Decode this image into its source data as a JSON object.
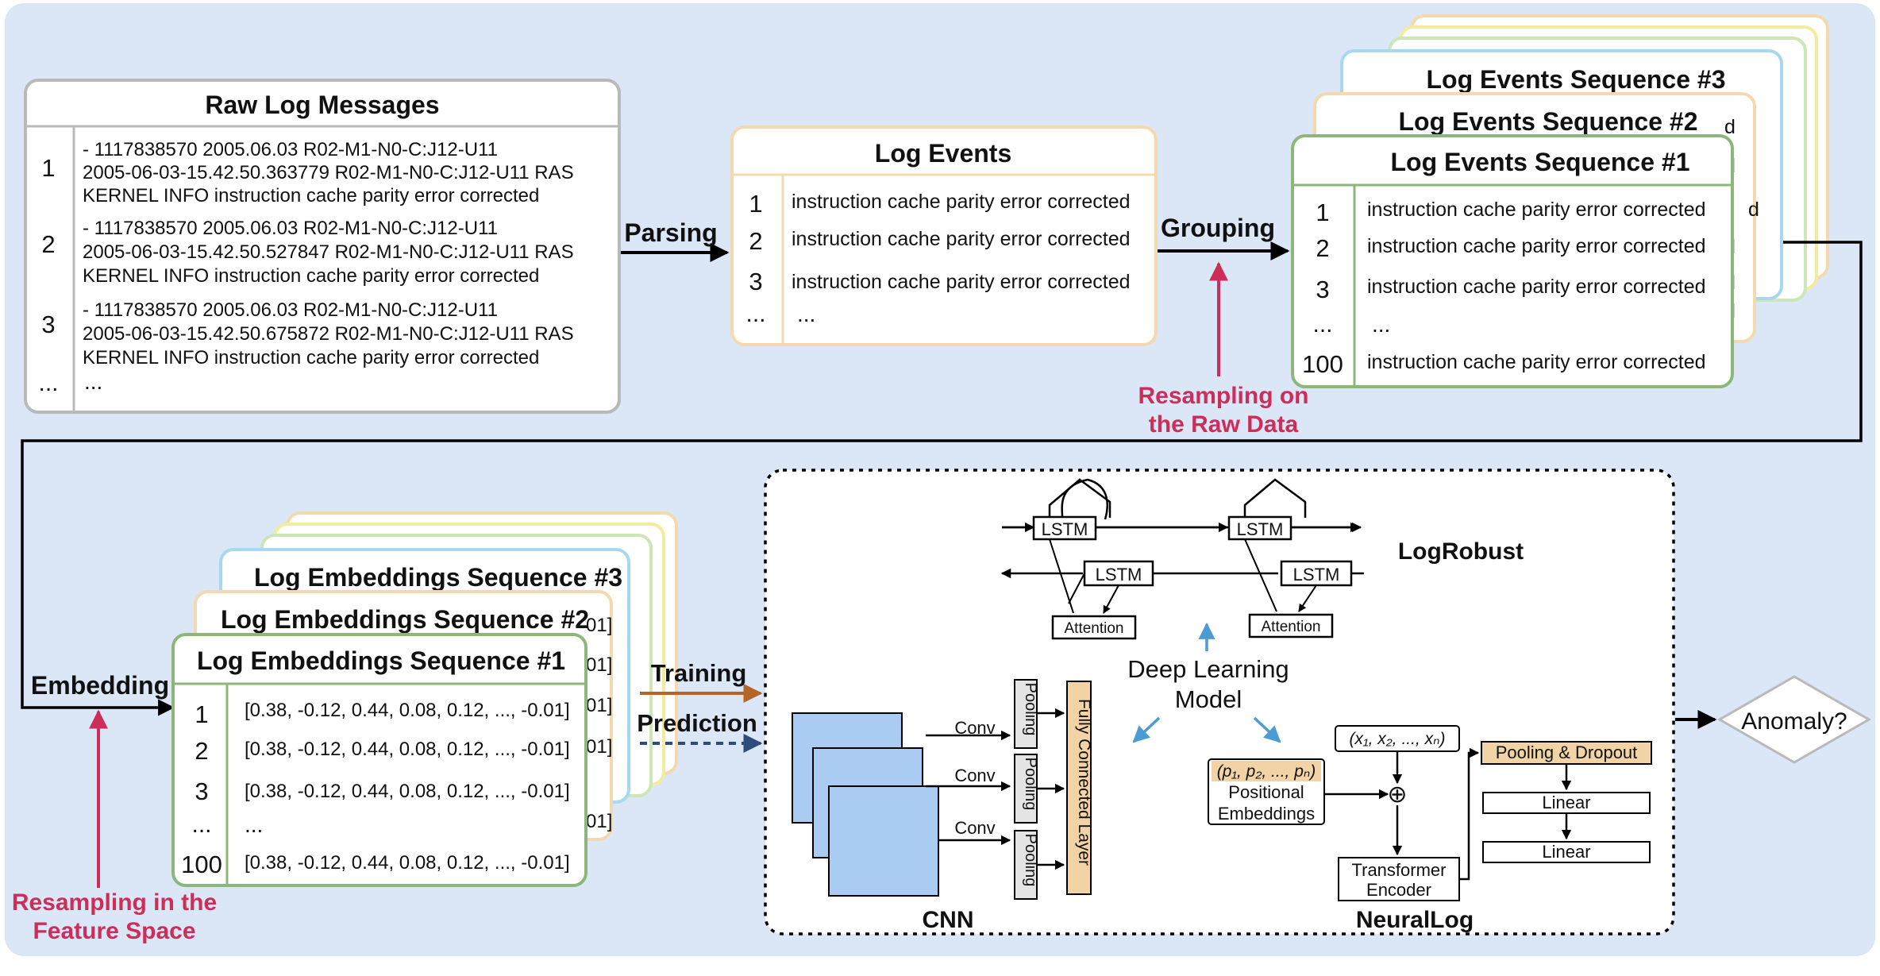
{
  "raw_log": {
    "title": "Raw Log Messages",
    "rows": [
      {
        "index": "1",
        "lines": [
          "- 1117838570 2005.06.03 R02-M1-N0-C:J12-U11",
          "2005-06-03-15.42.50.363779 R02-M1-N0-C:J12-U11 RAS",
          "KERNEL INFO instruction cache parity error corrected"
        ]
      },
      {
        "index": "2",
        "lines": [
          "- 1117838570 2005.06.03 R02-M1-N0-C:J12-U11",
          "2005-06-03-15.42.50.527847 R02-M1-N0-C:J12-U11 RAS",
          "KERNEL INFO instruction cache parity error corrected"
        ]
      },
      {
        "index": "3",
        "lines": [
          "- 1117838570 2005.06.03 R02-M1-N0-C:J12-U11",
          "2005-06-03-15.42.50.675872 R02-M1-N0-C:J12-U11 RAS",
          "KERNEL INFO instruction cache parity error corrected"
        ]
      },
      {
        "index": "...",
        "lines": [
          "..."
        ]
      }
    ]
  },
  "arrows": {
    "parsing": "Parsing",
    "grouping": "Grouping",
    "embedding": "Embedding",
    "training": "Training",
    "prediction": "Prediction"
  },
  "log_events": {
    "title": "Log Events",
    "rows": [
      {
        "index": "1",
        "text": "instruction cache parity error corrected"
      },
      {
        "index": "2",
        "text": "instruction cache parity error corrected"
      },
      {
        "index": "3",
        "text": "instruction cache parity error corrected"
      },
      {
        "index": "...",
        "text": "..."
      }
    ]
  },
  "event_sequences": {
    "back_titles": [
      "Log Events Sequence #3",
      "Log Events Sequence #2"
    ],
    "title": "Log Events Sequence #1",
    "peek_char": "d",
    "rows": [
      {
        "index": "1",
        "text": "instruction cache parity error corrected"
      },
      {
        "index": "2",
        "text": "instruction cache parity error corrected"
      },
      {
        "index": "3",
        "text": "instruction cache parity error corrected"
      },
      {
        "index": "...",
        "text": "..."
      },
      {
        "index": "100",
        "text": "instruction cache parity error corrected"
      }
    ]
  },
  "resample_raw": [
    "Resampling on",
    "the Raw Data"
  ],
  "resample_feature": [
    "Resampling in the",
    "Feature Space"
  ],
  "embedding_sequences": {
    "back_titles": [
      "Log Embeddings Sequence #3",
      "Log Embeddings Sequence #2"
    ],
    "title": "Log Embeddings Sequence #1",
    "peek_text": "01]",
    "rows": [
      {
        "index": "1",
        "text": "[0.38, -0.12, 0.44, 0.08, 0.12, ..., -0.01]"
      },
      {
        "index": "2",
        "text": "[0.38, -0.12, 0.44, 0.08, 0.12, ..., -0.01]"
      },
      {
        "index": "3",
        "text": "[0.38, -0.12, 0.44, 0.08, 0.12, ..., -0.01]"
      },
      {
        "index": "...",
        "text": "..."
      },
      {
        "index": "100",
        "text": "[0.38, -0.12, 0.44, 0.08, 0.12, ..., -0.01]"
      }
    ]
  },
  "model": {
    "center_label": [
      "Deep Learning",
      "Model"
    ],
    "logrobust": {
      "title": "LogRobust",
      "lstm": "LSTM",
      "attention": "Attention"
    },
    "cnn": {
      "title": "CNN",
      "conv": "Conv",
      "pooling": "Pooling",
      "fc": "Fully Connected Layer"
    },
    "neurallog": {
      "title": "NeuralLog",
      "inputs": "(x₁, x₂, ..., xₙ)",
      "positions": "(p₁, p₂, ..., pₙ)",
      "positional": [
        "Positional",
        "Embeddings"
      ],
      "transformer": [
        "Transformer",
        "Encoder"
      ],
      "pooling_dropout": "Pooling & Dropout",
      "linear": "Linear",
      "plus": "⊕"
    }
  },
  "output": {
    "label": "Anomaly?"
  },
  "colors": {
    "background": "#dbe6f7",
    "gray_border": "#b9b9b9",
    "peach_border": "#f5d9ae",
    "green_border": "#8db77a",
    "blue_border": "#a8d8ee",
    "yellow_border": "#f2ec9e",
    "resample_red": "#cc2e5a",
    "training_brown": "#b3652a",
    "prediction_blue": "#2f4d7a",
    "model_blue": "#4d9bd4",
    "cnn_fill": "#aacbf2",
    "tan_fill": "#f2d3a6"
  }
}
